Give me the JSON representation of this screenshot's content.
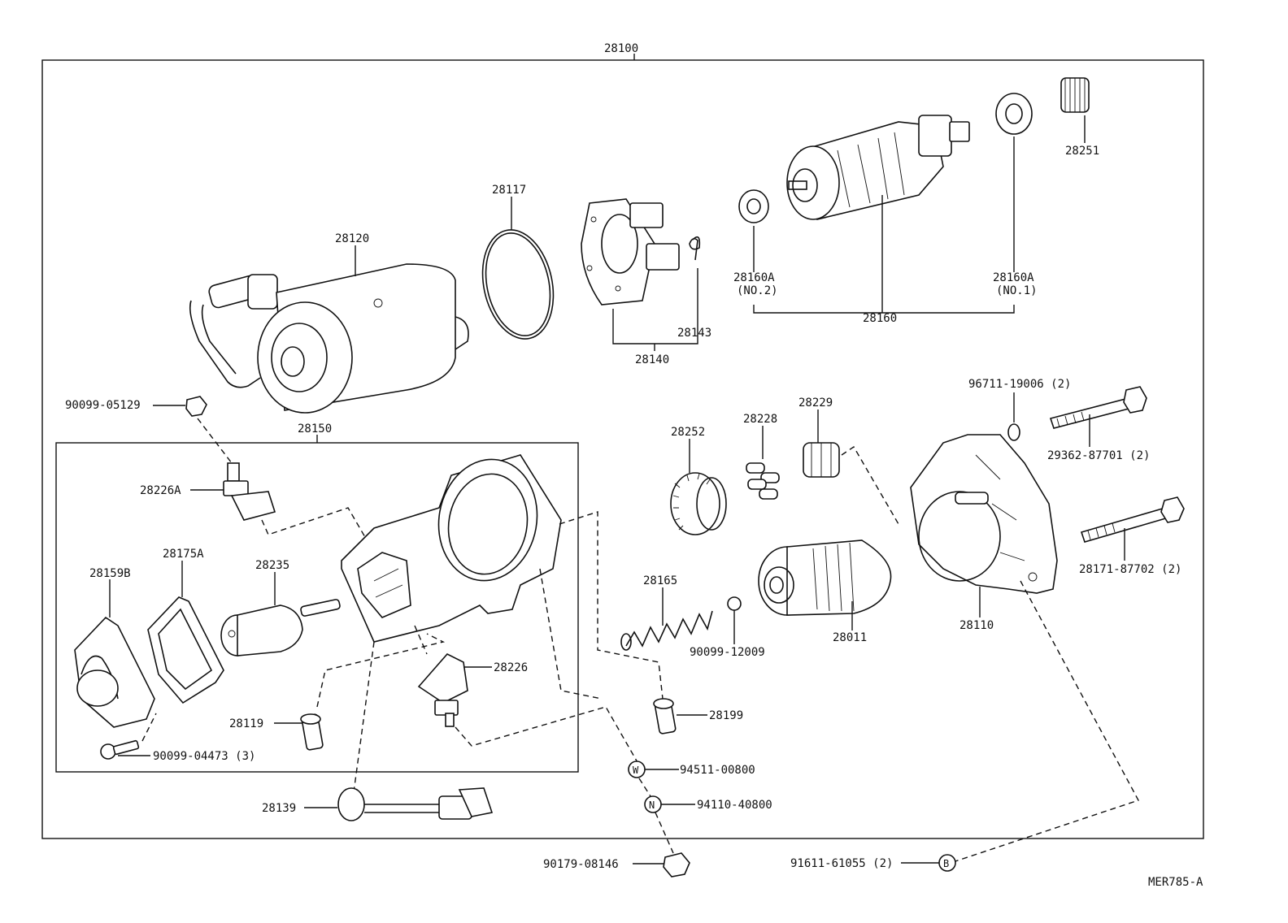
{
  "diagram": {
    "drawing_code": "MER785-A",
    "assembly_label": "28100",
    "subassembly_label": "28150",
    "callouts": {
      "c28100": "28100",
      "c28251": "28251",
      "c28117": "28117",
      "c28120": "28120",
      "c28160A_no2": "28160A",
      "c28160A_no2_sub": "(NO.2)",
      "c28160A_no1": "28160A",
      "c28160A_no1_sub": "(NO.1)",
      "c28143": "28143",
      "c28140": "28140",
      "c28160": "28160",
      "c9009905129": "90099-05129",
      "c28150": "28150",
      "c9671119006": "96711-19006 (2)",
      "c28252": "28252",
      "c28228": "28228",
      "c28229": "28229",
      "c2936287701": "29362-87701 (2)",
      "c28226A": "28226A",
      "c28175A": "28175A",
      "c28159B": "28159B",
      "c28235": "28235",
      "c28165": "28165",
      "c2817187702": "28171-87702 (2)",
      "c28110": "28110",
      "c9009912009": "90099-12009",
      "c28011": "28011",
      "c28226": "28226",
      "c28119": "28119",
      "c28199": "28199",
      "c9009904473": "90099-04473 (3)",
      "c9451100800": "94511-00800",
      "c9411040800": "94110-40800",
      "c28139": "28139",
      "c9017908146": "90179-08146",
      "c9161161055": "91611-61055 (2)"
    },
    "markers": {
      "W": "W",
      "N": "N",
      "B": "B"
    }
  }
}
